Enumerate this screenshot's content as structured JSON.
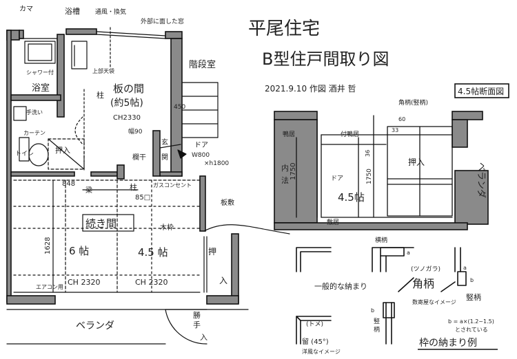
{
  "title": "平尾住宅",
  "subtitle": "B型住戸間取り図",
  "author": "2021.9.10 作図 酒井 哲",
  "section_title": "4.5帖断面図",
  "details_title": "枠の納まり例",
  "colors": {
    "ink": "#111111",
    "wall_fill": "#8a8a8a",
    "pale": "#dddddd"
  },
  "plan": {
    "kama": "カマ",
    "yokusou": "浴槽",
    "tsuuki_fan": "通風・換気",
    "gaibu": "外部に面した窓",
    "kaidanshitsu": "階段室",
    "shower": "シャワー付",
    "yokushitsu": "浴室",
    "uwabukuro": "上部天袋",
    "ita_no_ma": "板の間",
    "ita_no_ma_size": "(約5帖)",
    "ch2330": "CH2330",
    "hashira": "柱",
    "dim_450": "450",
    "tearai": "手洗い",
    "curtain": "カーテン",
    "toilet": "トイレ",
    "oshiire_small": "押入",
    "ganzai": "幅90",
    "genkan_1": "玄",
    "genkan_2": "関",
    "door": "ドア",
    "door_size_1": "W800",
    "door_size_2": "×h1800",
    "rankan": "欄干",
    "dim_848": "848",
    "ryo": "梁",
    "hashira_85": "柱",
    "hashira_85_val": "85□",
    "gas": "ガスコンセント",
    "itajiki": "板敷",
    "tsuzukima": "続き間",
    "kiwaku": "木枠",
    "dim_1628": "1628",
    "rokujo": "6 帖",
    "yonhan": "4.5 帖",
    "ch2320_a": "CH 2320",
    "ch2320_b": "CH 2320",
    "oshi_1": "押",
    "oshi_2": "入",
    "aircon": "エアコン用",
    "veranda": "ベランダ",
    "katte_1": "勝",
    "katte_2": "手",
    "katte_3": "入"
  },
  "section": {
    "kakuwaku": "角柄(竪柄)",
    "kamoi": "鴨居",
    "tsuki_kamoi": "付鴨居",
    "dim_60": "60",
    "dim_33": "33",
    "dim_36": "36",
    "dim_1750_a": "1750",
    "dim_1750_b": "1750",
    "uchinori_1": "内",
    "uchinori_2": "法",
    "door": "ドア",
    "oshiire": "押入",
    "yonhan": "4.5帖",
    "shikii": "敷居",
    "veranda": "ベランダ"
  },
  "details": {
    "yokogamachi": "横柄",
    "a1": "a",
    "a2": "a",
    "ippanteki": "一般的な納まり",
    "tsunogara_1": "(ツノガラ)",
    "tsunogara_2": "角柄",
    "sukiya": "数寄屋なイメージ",
    "tategamachi_1": "竪",
    "tategamachi_2": "柄",
    "b1": "b",
    "b2": "b",
    "kotae_1": "竪柄",
    "formula_1": "b = a×(1.2~1.5)",
    "formula_2": "とされている",
    "tome_1": "(トメ)",
    "tome_2": "留 (45°)",
    "youfuu": "洋風なイメージ"
  }
}
